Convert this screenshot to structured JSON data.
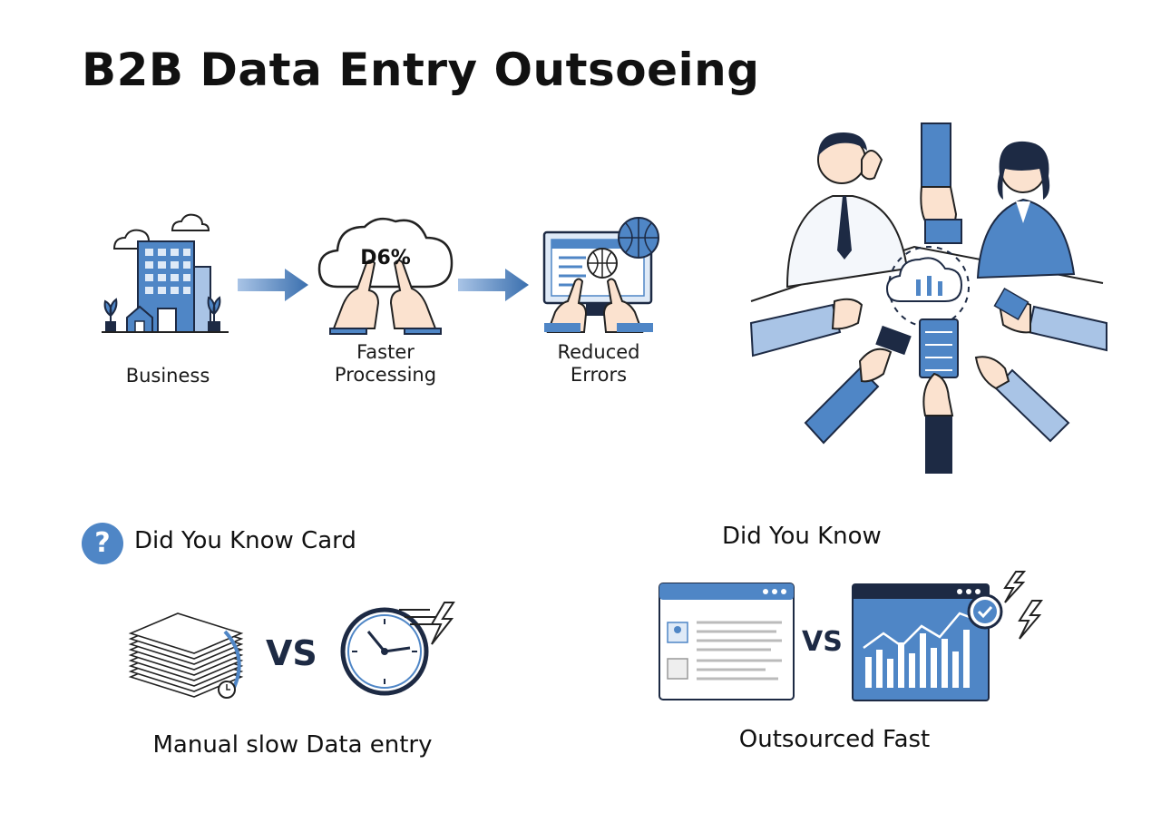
{
  "title": "B2B Data Entry Outsoeing",
  "flow": {
    "step1_label": "Business",
    "step2_label_line1": "Faster",
    "step2_label_line2": "Processing",
    "step2_cloud_text": "D6%",
    "step3_label_line1": "Reduced",
    "step3_label_line2": "Errors"
  },
  "left_card": {
    "heading": "Did You Know Card",
    "badge_symbol": "?",
    "vs": "VS",
    "caption": "Manual slow Data entry"
  },
  "right_card": {
    "heading": "Did You Know",
    "vs": "VS",
    "caption": "Outsourced Fast"
  },
  "colors": {
    "accent": "#4f86c6",
    "dark_navy": "#1d2a44",
    "light_blue": "#a9c4e6"
  }
}
